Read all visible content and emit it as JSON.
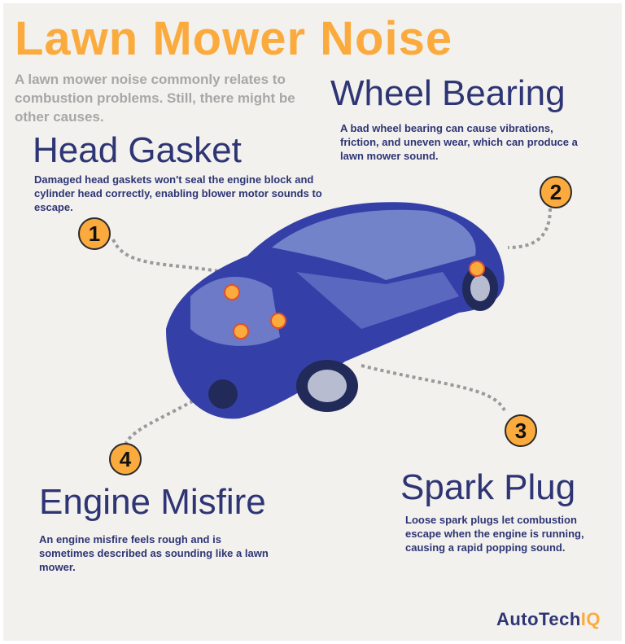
{
  "title": "Lawn Mower Noise",
  "intro": "A lawn mower noise commonly relates to combustion problems. Still, there might be other causes.",
  "causes": [
    {
      "number": "1",
      "heading": "Head Gasket",
      "text": "Damaged head gaskets won't seal the engine block and cylinder head correctly, enabling blower motor sounds to escape."
    },
    {
      "number": "2",
      "heading": "Wheel Bearing",
      "text": "A bad wheel bearing can cause vibrations, friction, and uneven wear, which can produce a lawn mower sound."
    },
    {
      "number": "3",
      "heading": "Spark Plug",
      "text": "Loose spark plugs let combustion escape when the engine is running, causing a rapid popping sound."
    },
    {
      "number": "4",
      "heading": "Engine Misfire",
      "text": "An engine misfire feels rough and is sometimes described as sounding like a lawn mower."
    }
  ],
  "logo": {
    "main": "AutoTech",
    "accent": "IQ"
  },
  "colors": {
    "accent": "#fbab3e",
    "navy": "#2e3575",
    "background": "#f3f1ed"
  }
}
